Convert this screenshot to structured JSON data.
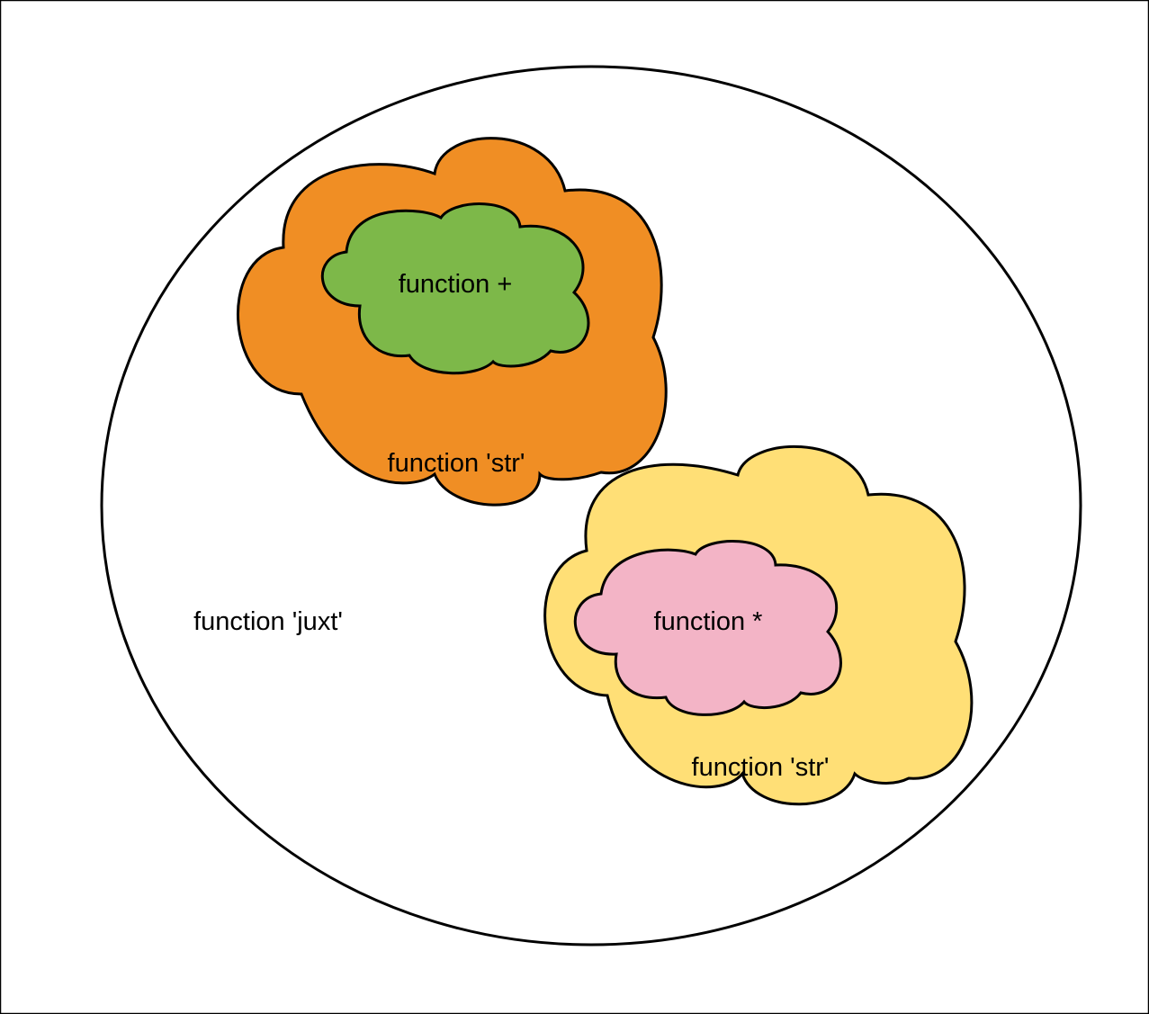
{
  "diagram": {
    "outer": {
      "label": "function 'juxt'",
      "stroke": "#000000",
      "fill": "#ffffff"
    },
    "clouds": [
      {
        "id": "orange",
        "label": "function 'str'",
        "fill": "#F08E24",
        "stroke": "#000000"
      },
      {
        "id": "green",
        "label": "function +",
        "fill": "#7DB849",
        "stroke": "#000000"
      },
      {
        "id": "yellow",
        "label": "function 'str'",
        "fill": "#FFDF76",
        "stroke": "#000000"
      },
      {
        "id": "pink",
        "label": "function *",
        "fill": "#F3B4C6",
        "stroke": "#000000"
      }
    ]
  }
}
